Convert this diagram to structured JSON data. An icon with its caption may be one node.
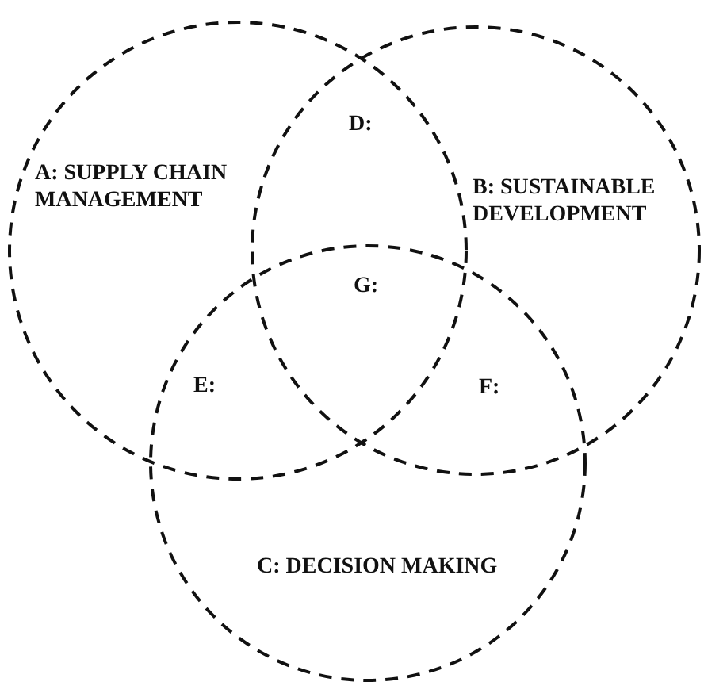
{
  "diagram": {
    "nodes": [
      {
        "text": [
          "A: SUPPLY CHAIN MANAGEMENT"
        ]
      },
      {
        "text": [
          "B: SUSTAINABLE DEVELOPMENT"
        ]
      },
      {
        "text": [
          "C: DECISION MAKING"
        ]
      }
    ],
    "labels": [
      "D:",
      "G:",
      "E:",
      "F:"
    ]
  }
}
